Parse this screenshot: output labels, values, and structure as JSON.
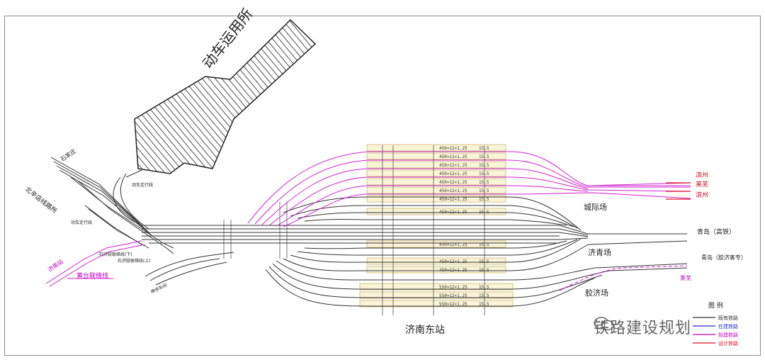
{
  "depot": {
    "label": "动车运用所"
  },
  "station": {
    "label": "济南东站"
  },
  "yards": {
    "intercity": "城际场",
    "jiqing": "济青场",
    "jiaoji": "胶济场"
  },
  "left_labels": {
    "shijiazhuang": "石家庄",
    "beixin_line_office": "北辛店线路所",
    "emu_up_top": "动车走行线",
    "emu_up_bottom": "动车走行线",
    "jinan_west": "济南站",
    "huangtai": "黄台联络线",
    "shiji_down": "石济胶联络线(下)",
    "shiji_up": "石济胶联络线(上)",
    "maintenance": "维修车间"
  },
  "right_labels": {
    "binzhou_1": "滨州",
    "laiwu_1": "莱芜",
    "binzhou_2": "滨州",
    "qingdao_hsr": "青岛（高铁）",
    "qingdao_jiaoji": "青岛（胶济客专）",
    "laiwu_2": "莱芜"
  },
  "platforms": [
    "450×12×1.25",
    "450×12×1.25",
    "450×12×1.25",
    "450×12×1.25",
    "450×12×1.25",
    "450×12×1.25",
    "450×12×1.25",
    "450×12×1.25",
    "450×12×1.25",
    "450×12×1.25",
    "450×12×1.25",
    "550×12×1.25",
    "550×12×1.25",
    "550×12×1.25"
  ],
  "platform_width_note": "15.5",
  "legend": {
    "title": "图  例",
    "items": [
      {
        "label": "既有铁路",
        "color": "#333333"
      },
      {
        "label": "在建铁路",
        "color": "#2a2ad0"
      },
      {
        "label": "拟建铁路",
        "color": "#c000c0"
      },
      {
        "label": "设计铁路",
        "color": "#e01020"
      }
    ]
  },
  "watermark": {
    "text": "铁路建设规划"
  },
  "colors": {
    "existing": "#333333",
    "proposed": "#d020d0",
    "design": "#e01020",
    "platform_fill": "#faf5d8",
    "platform_stroke": "#c9b86a"
  }
}
